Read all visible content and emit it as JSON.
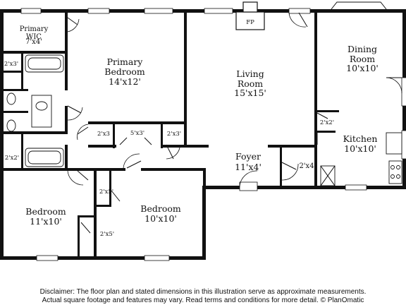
{
  "rooms": {
    "primary_wic": {
      "name": "Primary\nWIC",
      "dims": "7'x4'"
    },
    "primary_bedroom": {
      "name": "Primary\nBedroom",
      "dims": "14'x12'"
    },
    "living_room": {
      "name": "Living\nRoom",
      "dims": "15'x15'"
    },
    "dining_room": {
      "name": "Dining\nRoom",
      "dims": "10'x10'"
    },
    "kitchen": {
      "name": "Kitchen",
      "dims": "10'x10'"
    },
    "foyer": {
      "name": "Foyer",
      "dims": "11'x4'"
    },
    "bedroom_left": {
      "name": "Bedroom",
      "dims": "11'x10'"
    },
    "bedroom_center": {
      "name": "Bedroom",
      "dims": "10'x10'"
    }
  },
  "closets": {
    "bath_closet_top": "2'x3'",
    "bath_closet_bottom": "2'x2'",
    "hall_closet_a": "2'x3",
    "hall_closet_b": "5'x3'",
    "hall_closet_c": "2'x3'",
    "kitchen_closet": "2'x2'",
    "foyer_closet": "2'x4",
    "bedroom_closet_a": "2'x5'",
    "bedroom_closet_b": "2'x5'"
  },
  "fireplace": "FP",
  "disclaimer": {
    "line1": "Disclaimer: The floor plan and stated dimensions in this illustration serve as approximate measurements.",
    "line2": "Actual square footage and features may vary. Read terms and conditions for more detail. © PlanOmatic"
  }
}
